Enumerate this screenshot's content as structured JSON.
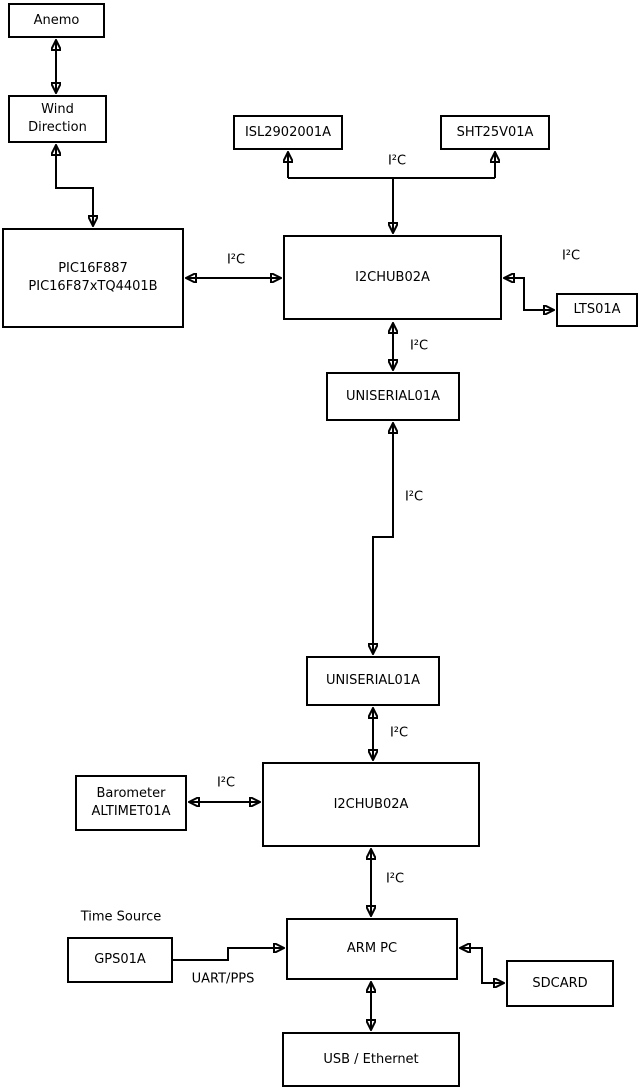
{
  "colors": {
    "background": "#ffffff",
    "line": "#000000",
    "text": "#000000"
  },
  "nodes": {
    "anemo": "Anemo",
    "wind_direction": "Wind\nDirection",
    "pic": "PIC16F887\nPIC16F87xTQ4401B",
    "isl": "ISL2902001A",
    "sht": "SHT25V01A",
    "i2chub_top": "I2CHUB02A",
    "lts": "LTS01A",
    "uniserial_top": "UNISERIAL01A",
    "uniserial_bottom": "UNISERIAL01A",
    "i2chub_bottom": "I2CHUB02A",
    "barometer": "Barometer\nALTIMET01A",
    "gps": "GPS01A",
    "arm_pc": "ARM PC",
    "sdcard": "SDCARD",
    "usb_ethernet": "USB / Ethernet"
  },
  "labels": {
    "bus_pic_hub": "I²C",
    "bus_sensor_branch": "I²C",
    "bus_hub_lts": "I²C",
    "bus_hub_uniserial": "I²C",
    "bus_uniserial_link": "I²C",
    "bus_uniserial_hub2": "I²C",
    "bus_barometer": "I²C",
    "bus_hub2_arm": "I²C",
    "time_source": "Time Source",
    "uart_pps": "UART/PPS"
  }
}
